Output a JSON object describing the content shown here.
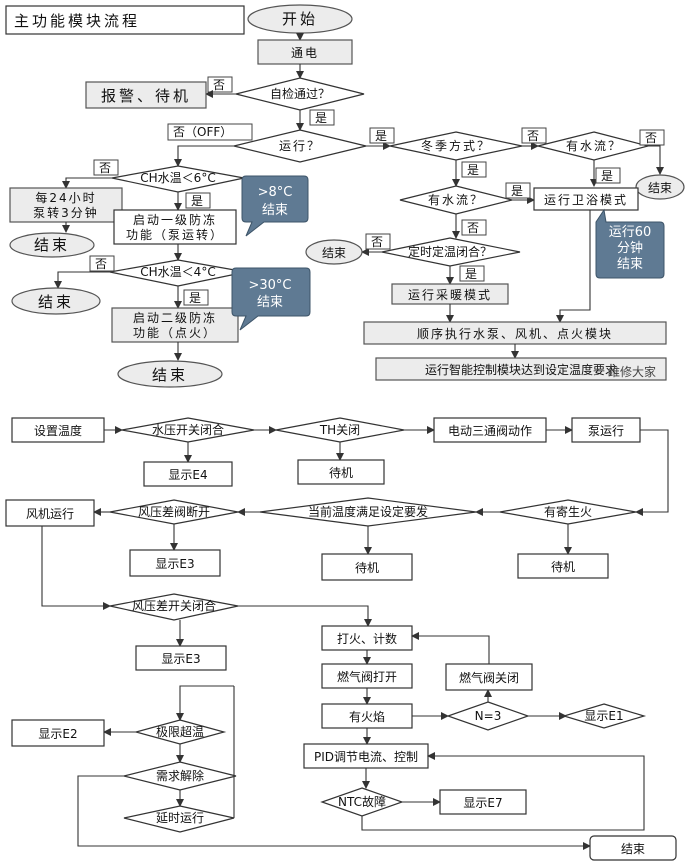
{
  "title": "主功能模块流程",
  "top": {
    "start": "开始",
    "power_on": "通电",
    "self_check": "自检通过？",
    "alarm_standby": "报警、待机",
    "running": "运行？",
    "off_label": "否（OFF）",
    "ch_temp_6": "CH水温＜6°C",
    "pump_24h_line1": "每24小时",
    "pump_24h_line2": "泵转3分钟",
    "end": "结束",
    "antifreeze1_line1": "启动一级防冻",
    "antifreeze1_line2": "功能（泵运转）",
    "bubble_8_line1": ">8°C",
    "bubble_8_line2": "结束",
    "ch_temp_4": "CH水温＜4°C",
    "bubble_30_line1": ">30°C",
    "bubble_30_line2": "结束",
    "antifreeze2_line1": "启动二级防冻",
    "antifreeze2_line2": "功能（点火）",
    "winter_mode": "冬季方式？",
    "water_flow": "有水流？",
    "bath_mode": "运行卫浴模式",
    "bubble_60_line1": "运行60",
    "bubble_60_line2": "分钟",
    "bubble_60_line3": "结束",
    "timer_closed": "定时定温闭合？",
    "heating_mode": "运行采暖模式",
    "sequence": "顺序执行水泵、风机、点火模块",
    "smart_control": "运行智能控制模块达到设定温度要求",
    "watermark": "维修大家",
    "yes": "是",
    "no": "否"
  },
  "bottom": {
    "set_temp": "设置温度",
    "water_pressure_switch": "水压开关闭合",
    "show_e4": "显示E4",
    "th_closed": "TH关闭",
    "standby": "待机",
    "three_way_valve": "电动三通阀动作",
    "pump_run": "泵运行",
    "parasitic_fire": "有寄生火",
    "current_temp_ok": "当前温度满足设定要发",
    "wind_diff_open": "风压差阀断开",
    "fan_run": "风机运行",
    "show_e3": "显示E3",
    "wind_switch_closed": "风压差开关闭合",
    "ignite_count": "打火、计数",
    "gas_valve_open": "燃气阀打开",
    "gas_valve_close": "燃气阀关闭",
    "has_flame": "有火焰",
    "n3": "N=3",
    "show_e1": "显示E1",
    "over_temp": "极限超温",
    "show_e2": "显示E2",
    "demand_release": "需求解除",
    "delay_run": "延时运行",
    "pid": "PID调节电流、控制",
    "ntc_fault": "NTC故障",
    "show_e7": "显示E7",
    "end": "结束"
  }
}
